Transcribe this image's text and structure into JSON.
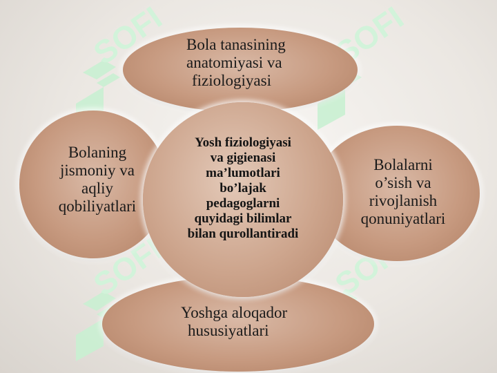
{
  "watermark": {
    "text": "SOFI",
    "color": "#c9f0d2"
  },
  "center": {
    "lines": [
      "Yosh fiziologiyasi",
      "va gigienasi",
      "ma’lumotlari",
      "bo’lajak",
      "pedagoglarni",
      "quyidagi bilimlar",
      "bilan qurollantiradi"
    ]
  },
  "top": {
    "lines": [
      "Bola tanasining",
      "anatomiyasi va",
      "fiziologiyasi"
    ]
  },
  "left": {
    "lines": [
      "Bolaning",
      "jismoniy va",
      "aqliy",
      "qobiliyatlari"
    ]
  },
  "right": {
    "lines": [
      "Bolalarni",
      "o’sish va",
      "rivojlanish",
      "qonuniyatlari"
    ]
  },
  "bottom": {
    "lines": [
      "Yoshga aloqador",
      "hususiyatlari"
    ]
  }
}
